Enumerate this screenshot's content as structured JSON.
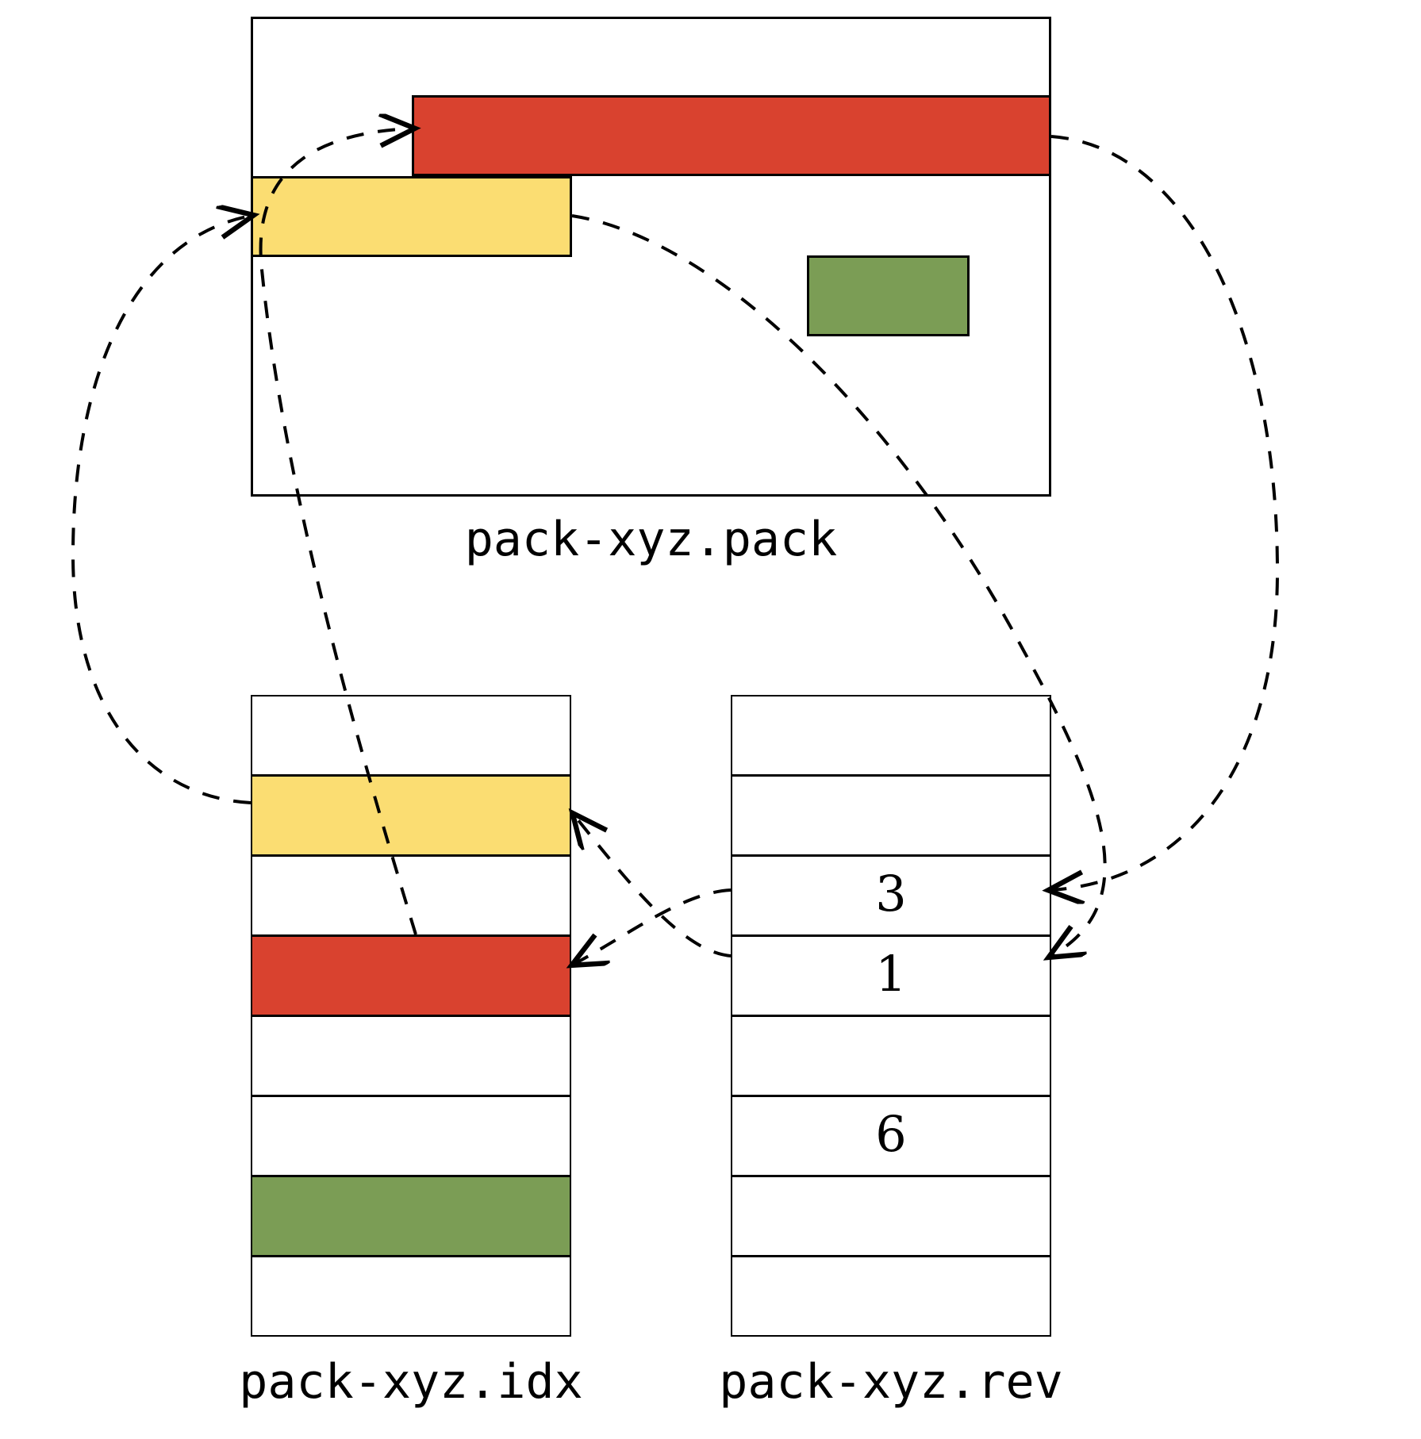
{
  "diagram": {
    "title": "git packfile reverse index (.rev) relationship diagram",
    "colors": {
      "red": "#d9422f",
      "yellow": "#fbdd72",
      "green": "#7b9d55",
      "outline": "#000000",
      "background": "#ffffff"
    },
    "pack": {
      "caption": "pack-xyz.pack",
      "objects": [
        {
          "name": "red-object",
          "color_key": "red"
        },
        {
          "name": "yellow-object",
          "color_key": "yellow"
        },
        {
          "name": "green-object",
          "color_key": "green"
        }
      ]
    },
    "idx": {
      "caption": "pack-xyz.idx",
      "rows": [
        {
          "index": 0,
          "value": "",
          "color_key": "none"
        },
        {
          "index": 1,
          "value": "",
          "color_key": "yellow"
        },
        {
          "index": 2,
          "value": "",
          "color_key": "none"
        },
        {
          "index": 3,
          "value": "",
          "color_key": "red"
        },
        {
          "index": 4,
          "value": "",
          "color_key": "none"
        },
        {
          "index": 5,
          "value": "",
          "color_key": "none"
        },
        {
          "index": 6,
          "value": "",
          "color_key": "green"
        },
        {
          "index": 7,
          "value": "",
          "color_key": "none"
        }
      ]
    },
    "rev": {
      "caption": "pack-xyz.rev",
      "rows": [
        {
          "index": 0,
          "value": "",
          "color_key": "none"
        },
        {
          "index": 1,
          "value": "",
          "color_key": "none"
        },
        {
          "index": 2,
          "value": "3",
          "color_key": "none"
        },
        {
          "index": 3,
          "value": "1",
          "color_key": "none"
        },
        {
          "index": 4,
          "value": "",
          "color_key": "none"
        },
        {
          "index": 5,
          "value": "6",
          "color_key": "none"
        },
        {
          "index": 6,
          "value": "",
          "color_key": "none"
        },
        {
          "index": 7,
          "value": "",
          "color_key": "none"
        }
      ]
    }
  }
}
